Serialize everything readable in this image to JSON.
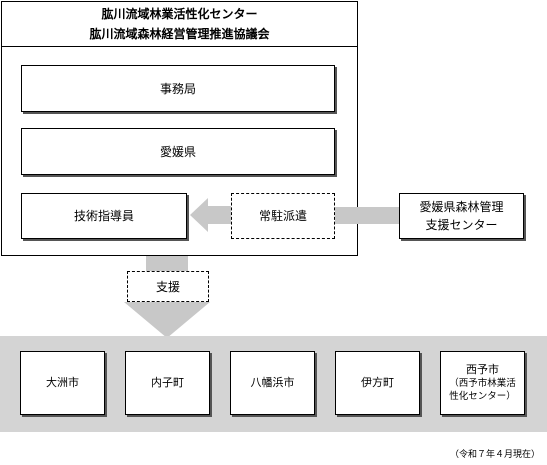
{
  "org": {
    "title_line1": "肱川流域林業活性化センター",
    "title_line2": "肱川流域森林経営管理推進協議会"
  },
  "inner_boxes": {
    "secretariat": "事務局",
    "prefecture": "愛媛県",
    "instructor": "技術指導員",
    "dispatch": "常駐派遣"
  },
  "support_center": {
    "line1": "愛媛県森林管理",
    "line2": "支援センター"
  },
  "support_label": "支援",
  "municipalities": [
    {
      "name": "大洲市"
    },
    {
      "name": "内子町"
    },
    {
      "name": "八幡浜市"
    },
    {
      "name": "伊方町"
    },
    {
      "name": "西予市",
      "sub1": "（西予市林業活",
      "sub2": "性化センター）"
    }
  ],
  "footnote": "（令和７年４月現在）",
  "colors": {
    "arrow_gray": "#c8c8c8",
    "band_gray": "#d4d4d4"
  }
}
